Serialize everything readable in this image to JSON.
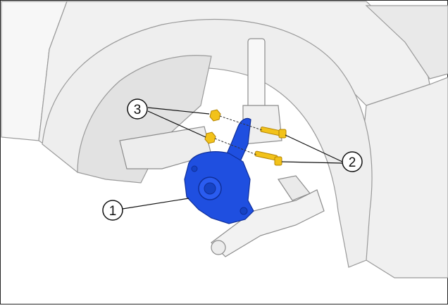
{
  "callouts": [
    {
      "id": "1",
      "label": "1"
    },
    {
      "id": "2",
      "label": "2"
    },
    {
      "id": "3",
      "label": "3"
    }
  ],
  "colors": {
    "knuckle": "#1f4fe0",
    "knuckle_dark": "#0f2f9a",
    "fastener": "#f2c21a",
    "fastener_dark": "#b38300",
    "body_line": "#9a9a9a",
    "body_fill": "#f4f4f4",
    "shadow": "#d9d9d9"
  }
}
